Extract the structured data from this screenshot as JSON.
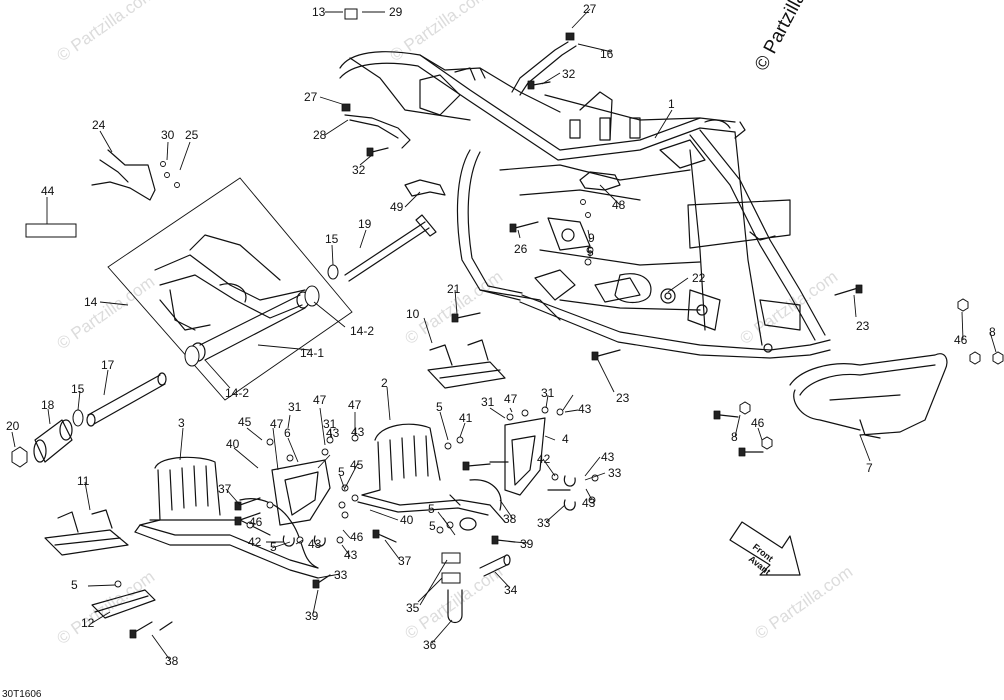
{
  "watermark": {
    "brand_corner": "© Partzilla",
    "repeat": "© Partzilla.com"
  },
  "figure_code": "30T1606",
  "front_arrow": {
    "line1": "Front",
    "line2": "Avant"
  },
  "callouts": [
    {
      "id": "c-13",
      "text": "13"
    },
    {
      "id": "c-29",
      "text": "29"
    },
    {
      "id": "c-27a",
      "text": "27"
    },
    {
      "id": "c-16",
      "text": "16"
    },
    {
      "id": "c-32a",
      "text": "32"
    },
    {
      "id": "c-27b",
      "text": "27"
    },
    {
      "id": "c-1",
      "text": "1"
    },
    {
      "id": "c-28",
      "text": "28"
    },
    {
      "id": "c-24",
      "text": "24"
    },
    {
      "id": "c-30",
      "text": "30"
    },
    {
      "id": "c-25",
      "text": "25"
    },
    {
      "id": "c-32b",
      "text": "32"
    },
    {
      "id": "c-44",
      "text": "44"
    },
    {
      "id": "c-49",
      "text": "49"
    },
    {
      "id": "c-48",
      "text": "48"
    },
    {
      "id": "c-19",
      "text": "19"
    },
    {
      "id": "c-15a",
      "text": "15"
    },
    {
      "id": "c-26",
      "text": "26"
    },
    {
      "id": "c-9",
      "text": "9"
    },
    {
      "id": "c-5a",
      "text": "5"
    },
    {
      "id": "c-22",
      "text": "22"
    },
    {
      "id": "c-14",
      "text": "14"
    },
    {
      "id": "c-21",
      "text": "21"
    },
    {
      "id": "c-14-2a",
      "text": "14-2"
    },
    {
      "id": "c-14-1",
      "text": "14-1"
    },
    {
      "id": "c-10",
      "text": "10"
    },
    {
      "id": "c-23a",
      "text": "23"
    },
    {
      "id": "c-46a",
      "text": "46"
    },
    {
      "id": "c-8a",
      "text": "8"
    },
    {
      "id": "c-17",
      "text": "17"
    },
    {
      "id": "c-14-2b",
      "text": "14-2"
    },
    {
      "id": "c-23b",
      "text": "23"
    },
    {
      "id": "c-15b",
      "text": "15"
    },
    {
      "id": "c-18",
      "text": "18"
    },
    {
      "id": "c-20",
      "text": "20"
    },
    {
      "id": "c-2",
      "text": "2"
    },
    {
      "id": "c-31a",
      "text": "31"
    },
    {
      "id": "c-47a",
      "text": "47"
    },
    {
      "id": "c-43a",
      "text": "43"
    },
    {
      "id": "c-3",
      "text": "3"
    },
    {
      "id": "c-45a",
      "text": "45"
    },
    {
      "id": "c-31b",
      "text": "31"
    },
    {
      "id": "c-47b",
      "text": "47"
    },
    {
      "id": "c-47c",
      "text": "47"
    },
    {
      "id": "c-5b",
      "text": "5"
    },
    {
      "id": "c-41",
      "text": "41"
    },
    {
      "id": "c-31c",
      "text": "31"
    },
    {
      "id": "c-47d",
      "text": "47"
    },
    {
      "id": "c-43b",
      "text": "43"
    },
    {
      "id": "c-8b",
      "text": "8"
    },
    {
      "id": "c-46b",
      "text": "46"
    },
    {
      "id": "c-4",
      "text": "4"
    },
    {
      "id": "c-40a",
      "text": "40"
    },
    {
      "id": "c-6",
      "text": "6"
    },
    {
      "id": "c-31d",
      "text": "31"
    },
    {
      "id": "c-43c",
      "text": "43"
    },
    {
      "id": "c-45b",
      "text": "45"
    },
    {
      "id": "c-42a",
      "text": "42"
    },
    {
      "id": "c-43d",
      "text": "43"
    },
    {
      "id": "c-33a",
      "text": "33"
    },
    {
      "id": "c-7",
      "text": "7"
    },
    {
      "id": "c-11",
      "text": "11"
    },
    {
      "id": "c-37a",
      "text": "37"
    },
    {
      "id": "c-5c",
      "text": "5"
    },
    {
      "id": "c-5d",
      "text": "5"
    },
    {
      "id": "c-5e",
      "text": "5"
    },
    {
      "id": "c-43e",
      "text": "43"
    },
    {
      "id": "c-40b",
      "text": "40"
    },
    {
      "id": "c-46c",
      "text": "46"
    },
    {
      "id": "c-38a",
      "text": "38"
    },
    {
      "id": "c-33b",
      "text": "33"
    },
    {
      "id": "c-42b",
      "text": "42"
    },
    {
      "id": "c-5f",
      "text": "5"
    },
    {
      "id": "c-43f",
      "text": "43"
    },
    {
      "id": "c-46d",
      "text": "46"
    },
    {
      "id": "c-43g",
      "text": "43"
    },
    {
      "id": "c-37b",
      "text": "37"
    },
    {
      "id": "c-39a",
      "text": "39"
    },
    {
      "id": "c-33c",
      "text": "33"
    },
    {
      "id": "c-5g",
      "text": "5"
    },
    {
      "id": "c-12",
      "text": "12"
    },
    {
      "id": "c-39b",
      "text": "39"
    },
    {
      "id": "c-35",
      "text": "35"
    },
    {
      "id": "c-34",
      "text": "34"
    },
    {
      "id": "c-38b",
      "text": "38"
    },
    {
      "id": "c-36",
      "text": "36"
    }
  ]
}
